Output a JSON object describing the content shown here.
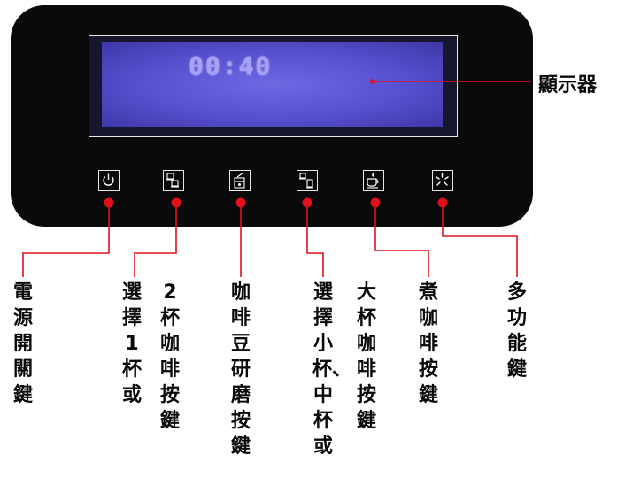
{
  "display": {
    "time": "00:40",
    "label": "顯示器"
  },
  "buttons": [
    {
      "id": "power",
      "icon": "power-icon"
    },
    {
      "id": "select-1-or-2",
      "icon": "two-cups-icon"
    },
    {
      "id": "grind",
      "icon": "grinder-icon"
    },
    {
      "id": "small-medium",
      "icon": "small-medium-cup-icon"
    },
    {
      "id": "large",
      "icon": "large-cup-icon"
    },
    {
      "id": "multi",
      "icon": "multifunction-icon"
    }
  ],
  "labels": {
    "power": "電源開關鍵",
    "select_a": "選擇1杯或",
    "select_b": "2杯咖啡按鍵",
    "grind": "咖啡豆研磨按鍵",
    "small_a": "選擇小杯、中杯或",
    "small_b": "大杯咖啡按鍵",
    "brew": "煮咖啡按鍵",
    "multi": "多功能鍵"
  },
  "colors": {
    "panel": "#0a0a0a",
    "lcd": "#5a52d0",
    "leader": "#e0101c",
    "text": "#0a0a0a"
  }
}
